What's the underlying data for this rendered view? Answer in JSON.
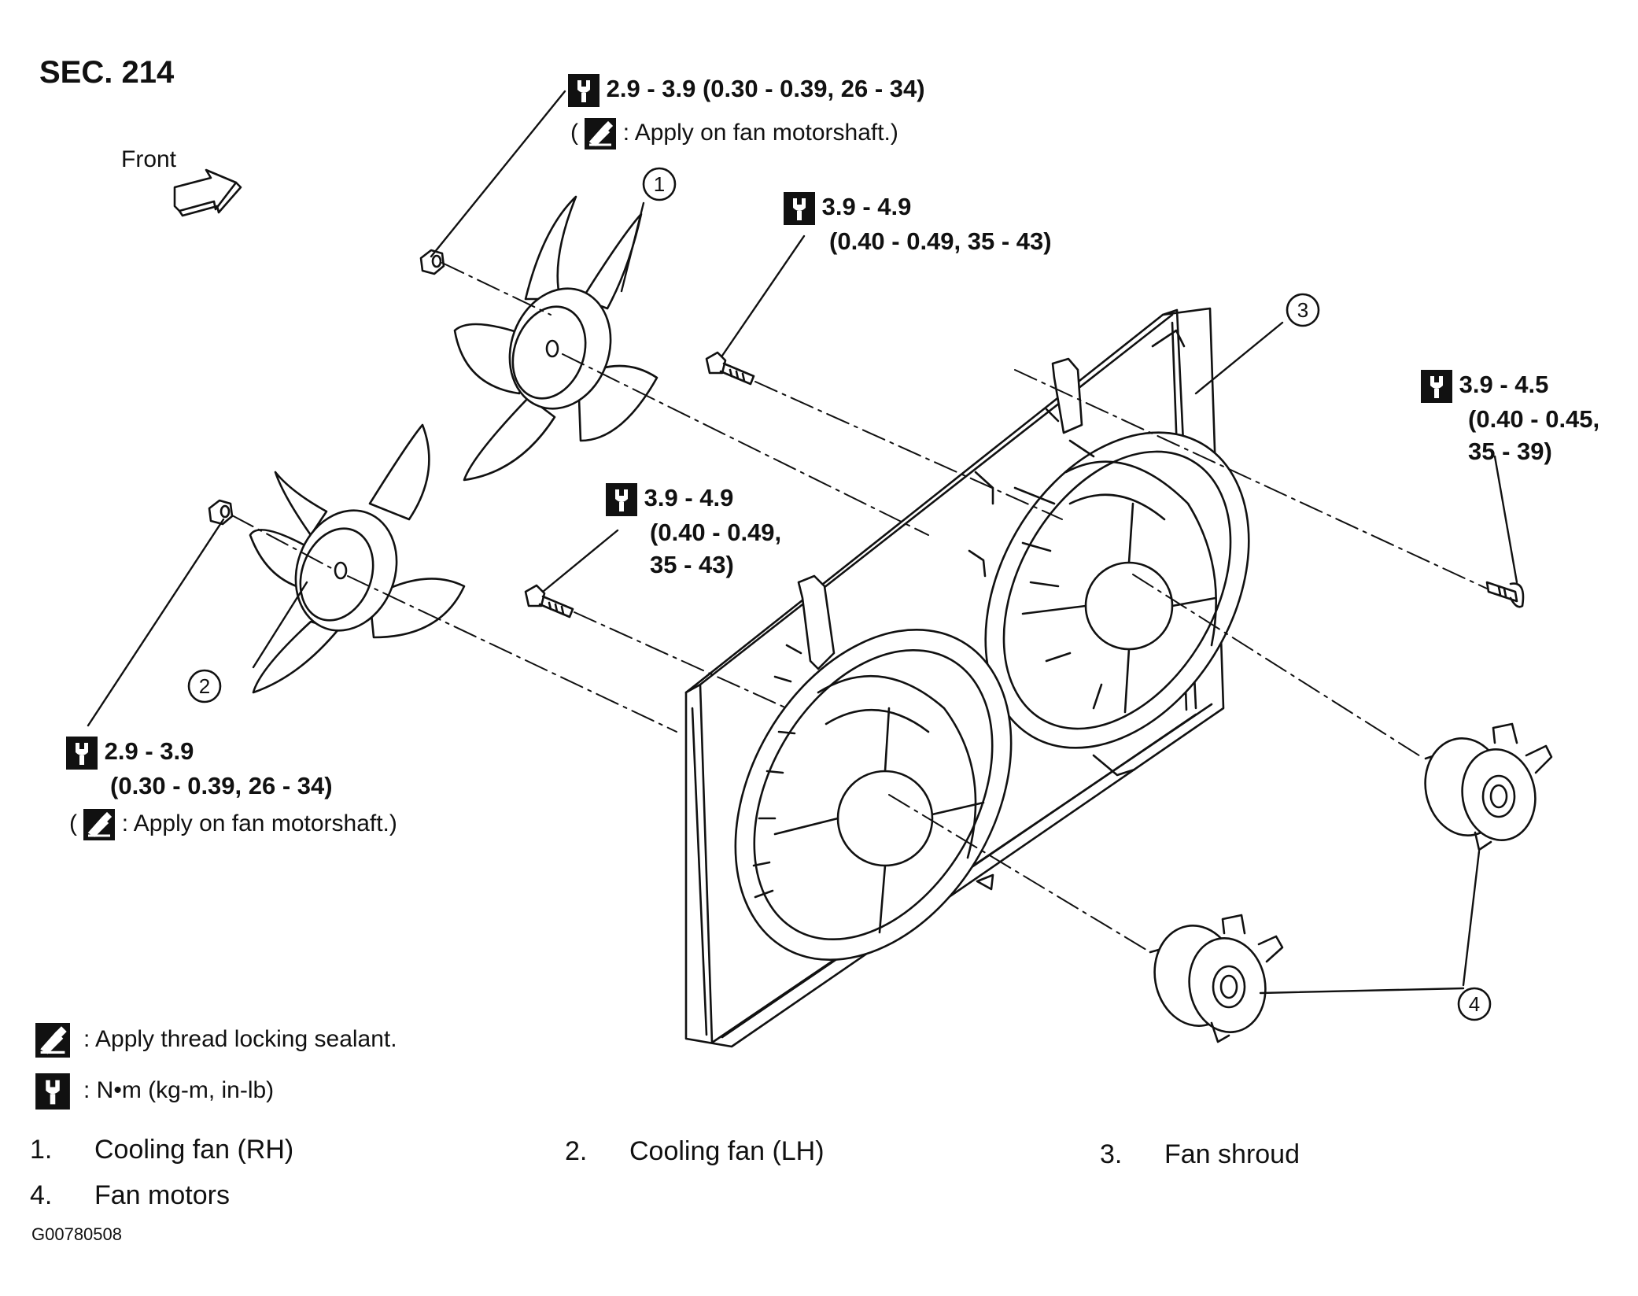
{
  "section_label": "SEC. 214",
  "front_label": "Front",
  "callouts": [
    "1",
    "2",
    "3",
    "4"
  ],
  "torque_specs": [
    {
      "lines": [
        "2.9 - 3.9 (0.30 - 0.39, 26 - 34)"
      ],
      "note_open": "(",
      "note_text": ": Apply on fan motorshaft.)"
    },
    {
      "lines": [
        "3.9 - 4.9",
        "(0.40 - 0.49, 35 - 43)"
      ]
    },
    {
      "lines": [
        "3.9 - 4.9",
        "(0.40 - 0.49,",
        "35 - 43)"
      ]
    },
    {
      "lines": [
        "3.9 - 4.5",
        "(0.40 - 0.45,",
        "35 - 39)"
      ]
    },
    {
      "lines": [
        "2.9 - 3.9",
        "(0.30 - 0.39, 26 - 34)"
      ],
      "note_open": "(",
      "note_text": ": Apply on fan motorshaft.)"
    }
  ],
  "legend": {
    "sealant": ": Apply thread locking sealant.",
    "torque": ": N•m  (kg-m,  in-lb)"
  },
  "parts": [
    {
      "number": "1.",
      "name": "Cooling fan (RH)"
    },
    {
      "number": "2.",
      "name": "Cooling fan (LH)"
    },
    {
      "number": "3.",
      "name": "Fan shroud"
    },
    {
      "number": "4.",
      "name": "Fan motors"
    }
  ],
  "figure_code": "G00780508",
  "icons": {
    "torque": "torque-wrench-icon",
    "sealant": "thread-sealant-icon",
    "front_arrow": "front-direction-arrow-icon"
  },
  "colors": {
    "ink": "#111111",
    "paper": "#ffffff"
  }
}
